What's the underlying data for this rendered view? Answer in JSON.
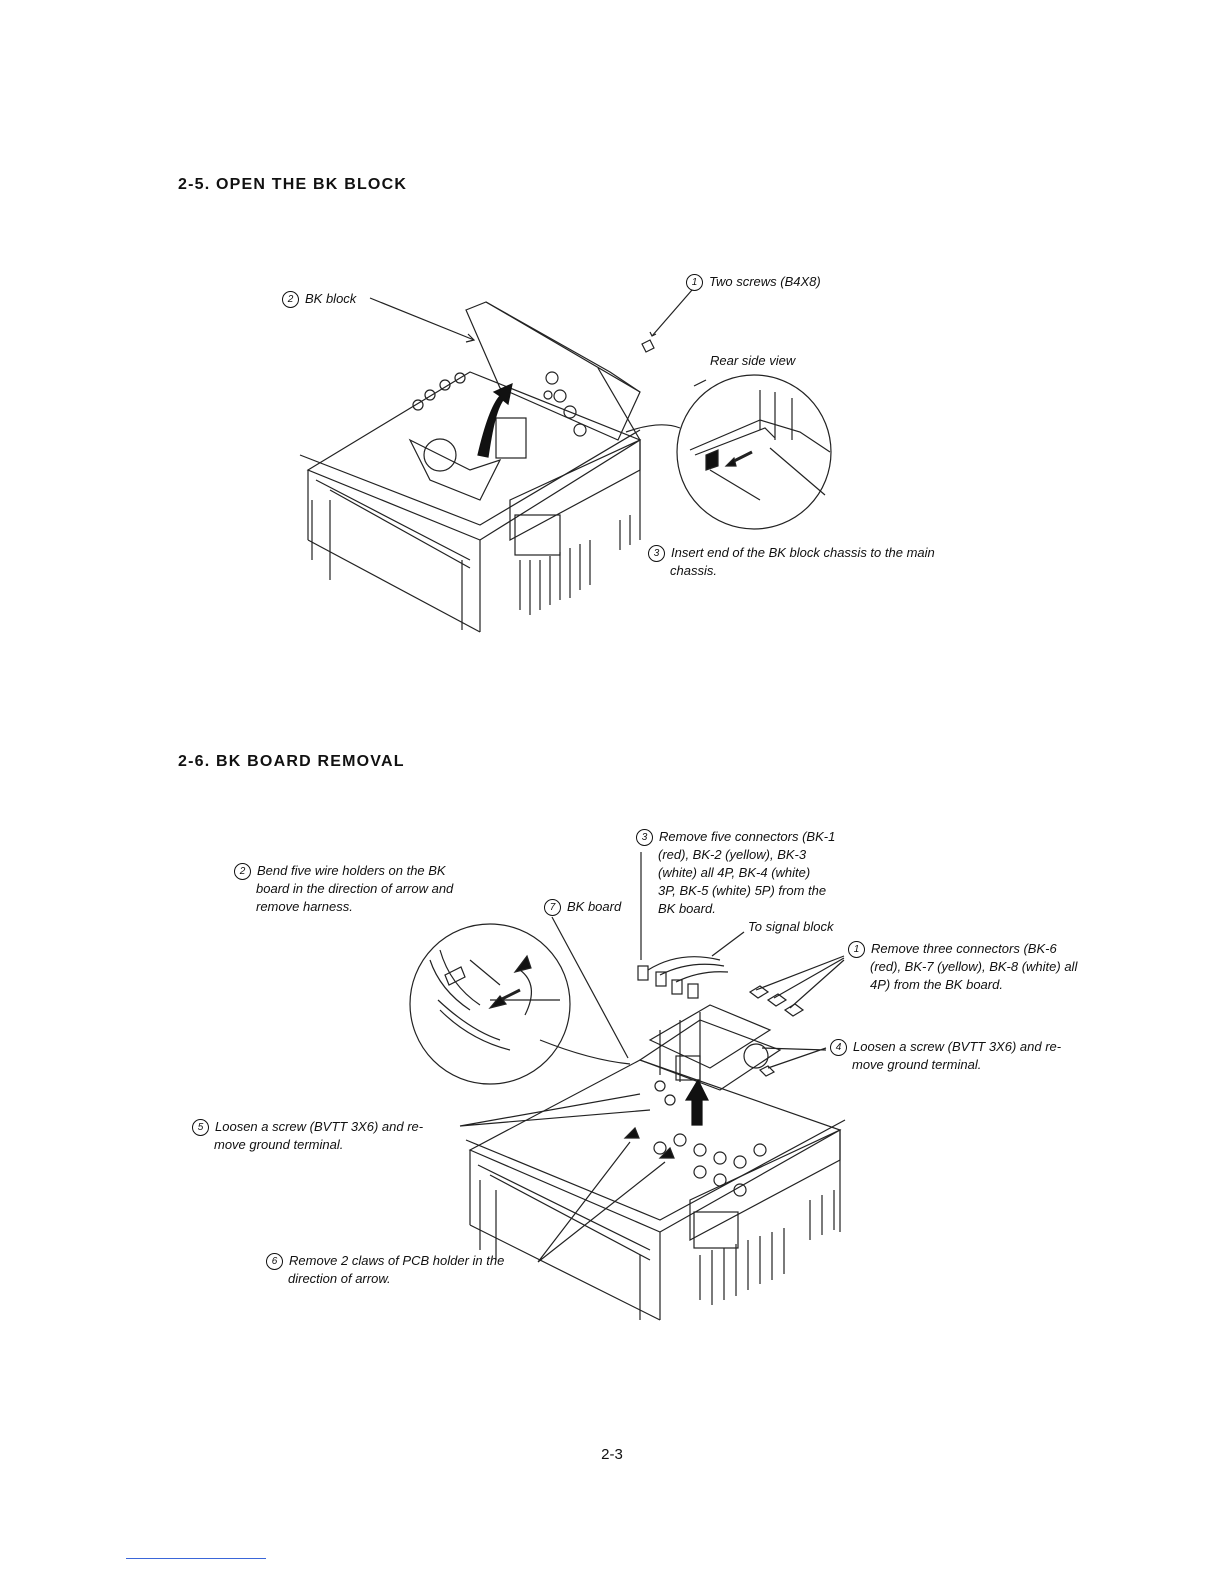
{
  "sections": [
    {
      "heading": "2-5. OPEN THE BK BLOCK",
      "callouts": {
        "c1": {
          "num": "1",
          "text": "Two screws (B4X8)"
        },
        "c2": {
          "num": "2",
          "text": "BK block"
        },
        "rear": {
          "text": "Rear side view"
        },
        "c3": {
          "num": "3",
          "line1": "Insert end of the BK block chassis to the main",
          "line2": "chassis."
        }
      }
    },
    {
      "heading": "2-6. BK BOARD REMOVAL",
      "callouts": {
        "c2": {
          "num": "2",
          "line1": "Bend five wire holders on the BK",
          "line2": "board in the direction of arrow and",
          "line3": "remove harness."
        },
        "c3": {
          "num": "3",
          "line1": "Remove five connectors (BK-1",
          "line2": "(red), BK-2 (yellow), BK-3",
          "line3": "(white) all 4P, BK-4 (white)",
          "line4": "3P, BK-5 (white) 5P) from the",
          "line5": "BK board."
        },
        "c7": {
          "num": "7",
          "text": "BK board"
        },
        "signal": {
          "text": "To signal block"
        },
        "c1": {
          "num": "1",
          "line1": "Remove three connectors (BK-6",
          "line2": "(red), BK-7 (yellow), BK-8 (white) all",
          "line3": "4P) from the BK board."
        },
        "c4": {
          "num": "4",
          "line1": "Loosen a screw (BVTT 3X6) and re-",
          "line2": "move ground terminal."
        },
        "c5": {
          "num": "5",
          "line1": "Loosen a screw (BVTT 3X6) and re-",
          "line2": "move ground terminal."
        },
        "c6": {
          "num": "6",
          "line1": "Remove 2 claws of PCB holder in the",
          "line2": "direction of arrow."
        }
      }
    }
  ],
  "footer": {
    "page_number": "2-3"
  }
}
